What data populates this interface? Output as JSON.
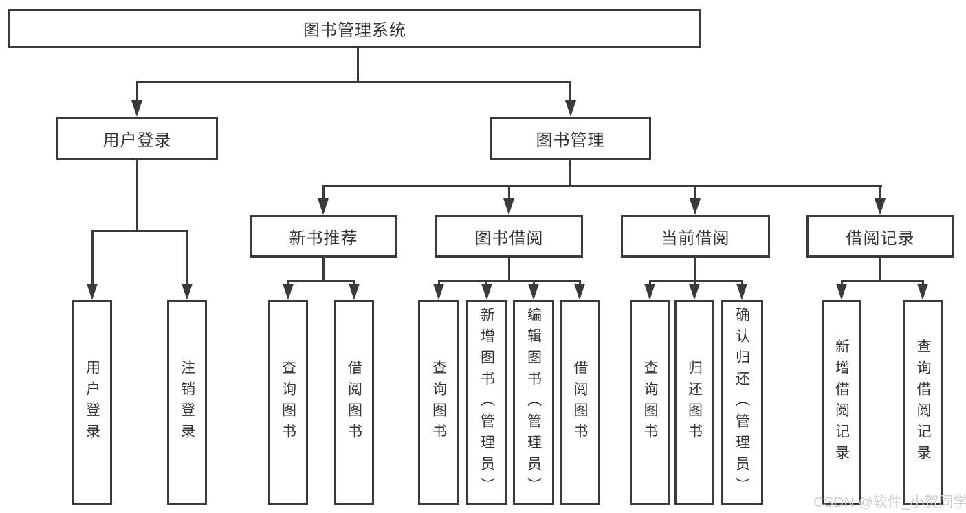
{
  "diagram_title": "图书管理系统",
  "colors": {
    "background": "#ffffff",
    "line": "#3a3a3a",
    "box_border": "#3a3a3a",
    "box_background": "#ffffff",
    "text": "#333333",
    "watermark": "#cccccc"
  },
  "nodes": {
    "root": "图书管理系统",
    "user_login": "用户登录",
    "book_mgmt": "图书管理",
    "new_book_rec": "新书推荐",
    "book_borrow": "图书借阅",
    "current_borrow": "当前借阅",
    "borrow_record": "借阅记录",
    "leaf_user_login": "用户登录",
    "leaf_logout": "注销登录",
    "rec_query_book": "查询图书",
    "rec_borrow_book": "借阅图书",
    "bor_query_book": "查询图书",
    "bor_add_book": "新增图书（管理员）",
    "bor_edit_book": "编辑图书（管理员）",
    "bor_borrow_book": "借阅图书",
    "cur_query_book": "查询图书",
    "cur_return_book": "归还图书",
    "cur_confirm_return": "确认归还（管理员）",
    "rcd_add_record": "新增借阅记录",
    "rcd_query_record": "查询借阅记录"
  },
  "hierarchy": {
    "图书管理系统": {
      "用户登录": [
        "用户登录",
        "注销登录"
      ],
      "图书管理": {
        "新书推荐": [
          "查询图书",
          "借阅图书"
        ],
        "图书借阅": [
          "查询图书",
          "新增图书（管理员）",
          "编辑图书（管理员）",
          "借阅图书"
        ],
        "当前借阅": [
          "查询图书",
          "归还图书",
          "确认归还（管理员）"
        ],
        "借阅记录": [
          "新增借阅记录",
          "查询借阅记录"
        ]
      }
    }
  },
  "watermark": "CSDN @软件_小贺同学"
}
